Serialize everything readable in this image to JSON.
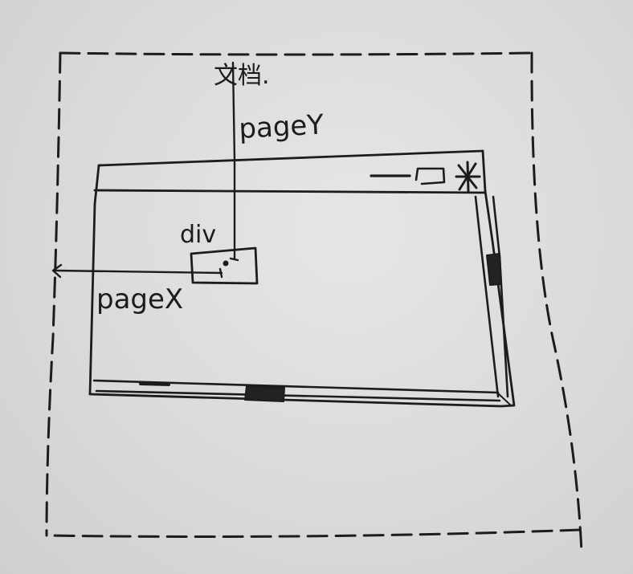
{
  "labels": {
    "document": "文档.",
    "page_y": "pageY",
    "page_x": "pageX",
    "div": "div"
  },
  "colors": {
    "ink": "#1c1c1c",
    "paper": "#dededc"
  }
}
